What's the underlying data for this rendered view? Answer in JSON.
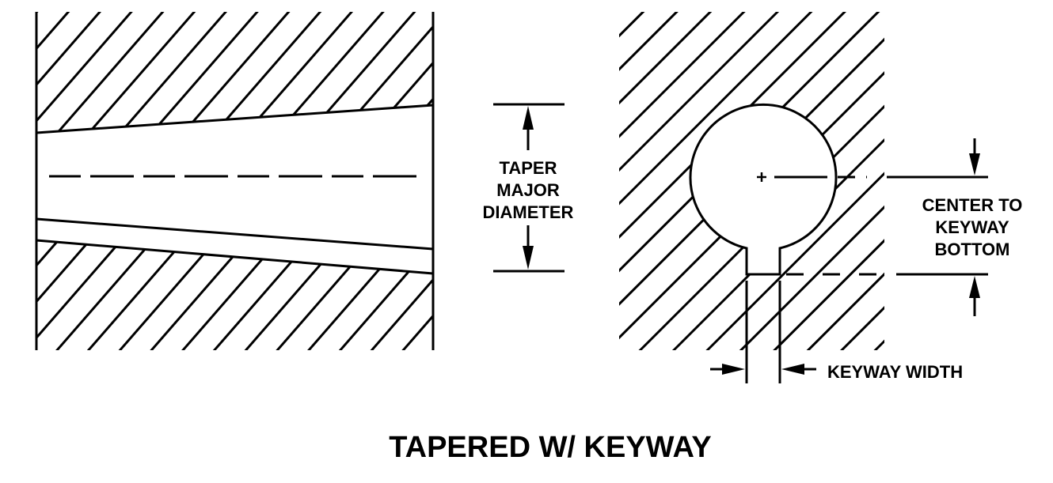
{
  "taper_dimension": {
    "lines": [
      "TAPER",
      "MAJOR",
      "DIAMETER"
    ]
  },
  "center_dimension": {
    "lines": [
      "CENTER TO",
      "KEYWAY",
      "BOTTOM"
    ]
  },
  "keyway_width_label": "KEYWAY WIDTH",
  "title": "TAPERED W/ KEYWAY",
  "colors": {
    "line": "#000000",
    "background": "#ffffff"
  }
}
